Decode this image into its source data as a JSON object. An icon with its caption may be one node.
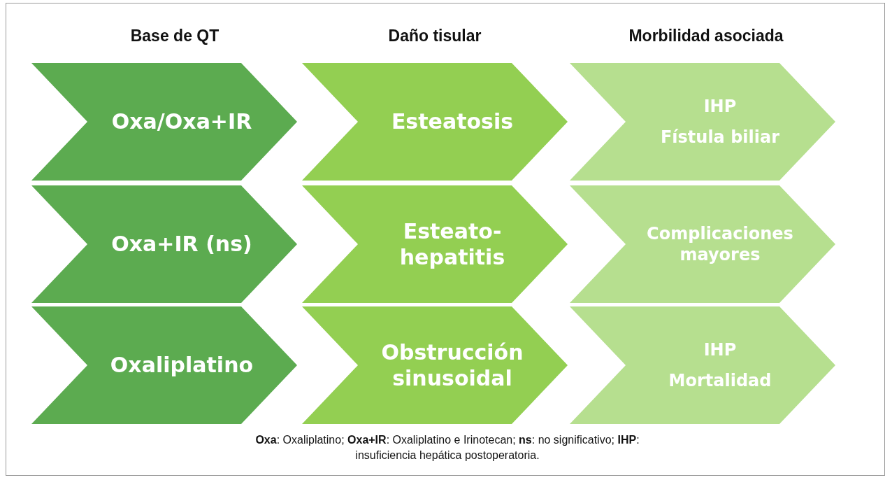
{
  "diagram": {
    "caption": "**Oxa**: Oxaliplatino; **Oxa+IR**: Oxaliplatino e Irinotecan; **ns**: no significativo; **IHP**: insuficiencia hepática postoperatoria.",
    "nodes": [
      {
        "text": [
          "Oxa/Oxa+IR"
        ]
      },
      {
        "text": [
          "Esteatosis"
        ]
      },
      {
        "text": [
          "IHP",
          "Fístula biliar"
        ]
      },
      {
        "text": [
          "Oxa+IR (ns)"
        ]
      },
      {
        "text": [
          "Esteato- hepatitis"
        ]
      },
      {
        "text": [
          "Complicaciones mayores"
        ]
      },
      {
        "text": [
          "Oxaliplatino"
        ]
      },
      {
        "text": [
          "Obstrucción sinusoidal"
        ]
      },
      {
        "text": [
          "IHP",
          "Mortalidad"
        ]
      }
    ],
    "edges": [],
    "labels": [
      "Base de QT",
      "Daño tisular",
      "Morbilidad asociada"
    ]
  }
}
